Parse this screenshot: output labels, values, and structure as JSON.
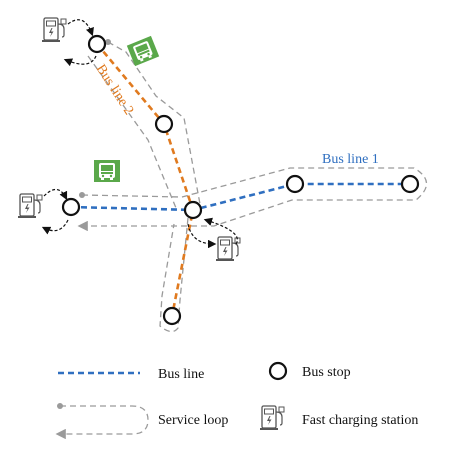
{
  "labels": {
    "bus_line_1": "Bus line 1",
    "bus_line_2": "Bus line 2"
  },
  "legend": {
    "bus_line": "Bus line",
    "bus_stop": "Bus stop",
    "service_loop": "Service loop",
    "fast_charging_station": "Fast charging station"
  },
  "colors": {
    "bus_line_1": "#2f6fc0",
    "bus_line_2": "#e07a1f",
    "service_loop": "#9a9a9a",
    "bus_icon": "#5aa84a",
    "stop_outline": "#111111"
  },
  "icons": [
    "bus-icon",
    "charging-station-icon",
    "bus-stop-icon"
  ]
}
